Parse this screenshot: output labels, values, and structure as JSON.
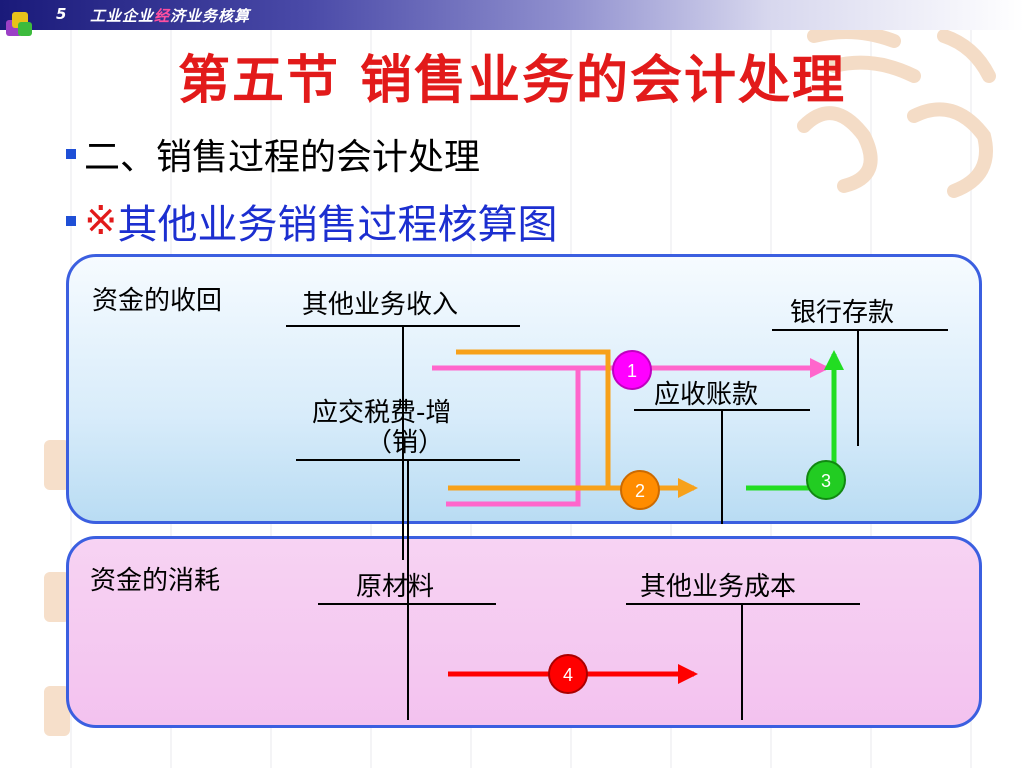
{
  "header": {
    "slide_number": "5",
    "course_title_parts": [
      "工业企业",
      "经",
      "济业务核算"
    ]
  },
  "page_title": "第五节  销售业务的会计处理",
  "bullets": [
    {
      "text": "二、销售过程的会计处理"
    },
    {
      "mark": "※",
      "text": "其他业务销售过程核算图"
    }
  ],
  "panels": {
    "top": {
      "label": "资金的收回"
    },
    "bottom": {
      "label": "资金的消耗"
    }
  },
  "accounts": {
    "other_business_income": "其他业务收入",
    "bank_deposit": "银行存款",
    "accounts_receivable": "应收账款",
    "tax_payable_line1": "应交税费-增",
    "tax_payable_line2": "（销）",
    "raw_materials": "原材料",
    "other_business_cost": "其他业务成本"
  },
  "steps": [
    {
      "num": "1",
      "color": "#ff00ff"
    },
    {
      "num": "2",
      "color": "#ff8c00"
    },
    {
      "num": "3",
      "color": "#22cc22"
    },
    {
      "num": "4",
      "color": "#ff0000"
    }
  ],
  "colors": {
    "title": "#e21a1a",
    "bullet_blue": "#1c2fd0",
    "panel_border": "#3b5fe0",
    "pink_line": "#ff66cc",
    "orange_line": "#f7a11a",
    "green_line": "#22dd22",
    "red_line": "#ff0000"
  }
}
